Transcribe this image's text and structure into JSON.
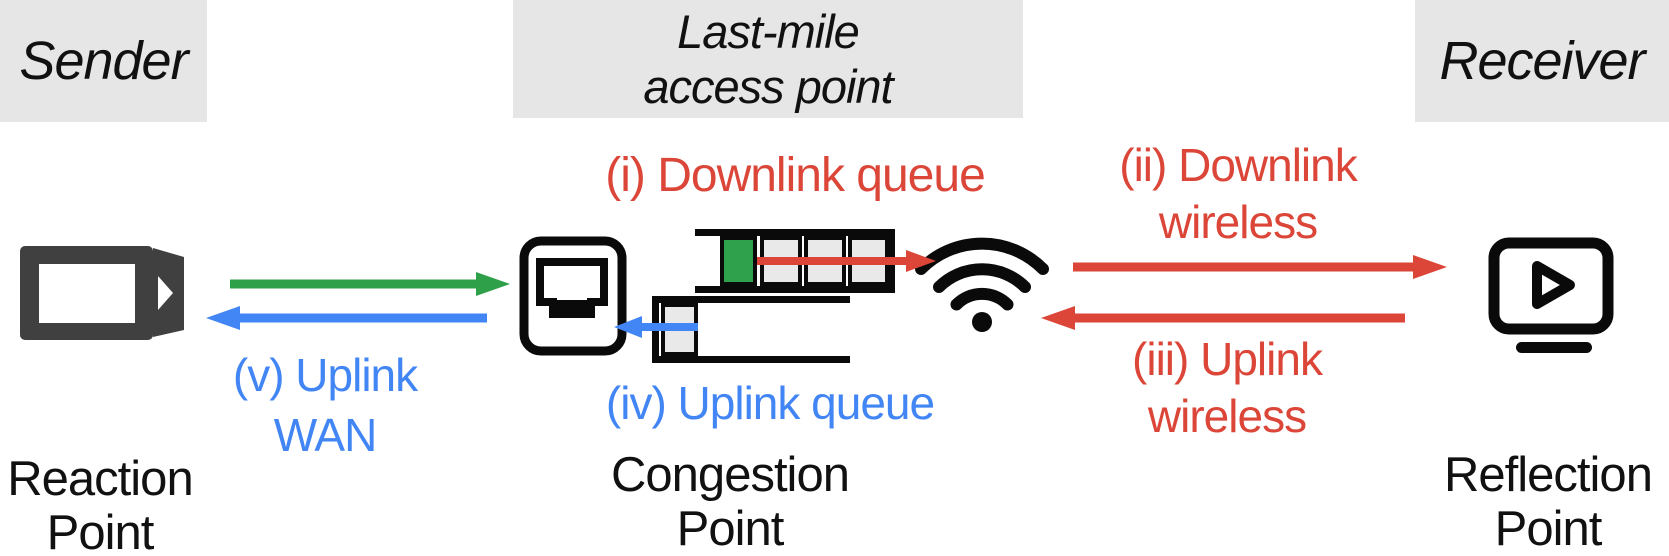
{
  "header": {
    "sender": "Sender",
    "access_point": "Last-mile\naccess point",
    "receiver": "Receiver"
  },
  "link_labels": {
    "downlink_queue": "(i) Downlink queue",
    "downlink_wireless": "(ii) Downlink\nwireless",
    "uplink_wireless": "(iii) Uplink\nwireless",
    "uplink_queue": "(iv) Uplink queue",
    "uplink_wan": "(v) Uplink\nWAN"
  },
  "roles": {
    "sender": "Reaction\nPoint",
    "access_point": "Congestion\nPoint",
    "receiver": "Reflection\nPoint"
  },
  "icons": {
    "sender": "video-camera-icon",
    "access_point_wan": "ethernet-port-icon",
    "access_point_wireless": "wifi-icon",
    "receiver": "tv-play-icon"
  },
  "queues": {
    "downlink": {
      "slots": 4,
      "filled_color_slots": 1,
      "direction": "right"
    },
    "uplink": {
      "slots": 1,
      "direction": "left"
    }
  },
  "colors": {
    "header_bg": "#e6e6e6",
    "wireless_red": "#db4639",
    "uplink_blue": "#4285f4",
    "downlink_green": "#2ea04a",
    "queue_filled": "#2fa14c",
    "queue_empty": "#e9e9e9",
    "icon_black": "#0a0a0a",
    "camera_gray": "#404040"
  }
}
